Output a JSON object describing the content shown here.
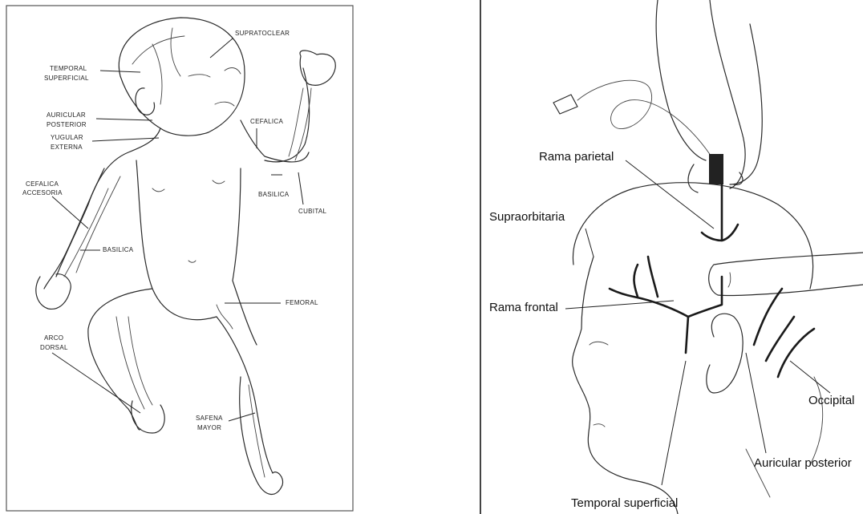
{
  "left_figure": {
    "labels": {
      "supratoclear": "SUPRATOCLEAR",
      "temporal_superficial": "TEMPORAL SUPERFICIAL",
      "temporal_line1": "TEMPORAL",
      "temporal_line2": "SUPERFICIAL",
      "auricular_line1": "AURICULAR",
      "auricular_line2": "POSTERIOR",
      "yugular_line1": "YUGULAR",
      "yugular_line2": "EXTERNA",
      "cefalica_arm": "CEFALICA",
      "cefalica_acc_line1": "CEFALICA",
      "cefalica_acc_line2": "ACCESORIA",
      "basilica_right": "BASILICA",
      "cubital": "CUBITAL",
      "basilica_left": "BASILICA",
      "femoral": "FEMORAL",
      "arco_line1": "ARCO",
      "arco_line2": "DORSAL",
      "safena_line1": "SAFENA",
      "safena_line2": "MAYOR"
    }
  },
  "right_figure": {
    "labels": {
      "rama_parietal": "Rama parietal",
      "supraorbitaria": "Supraorbitaria",
      "rama_frontal": "Rama frontal",
      "occipital": "Occipital",
      "auricular_posterior": "Auricular posterior",
      "temporal_superficial": "Temporal superficial"
    }
  }
}
